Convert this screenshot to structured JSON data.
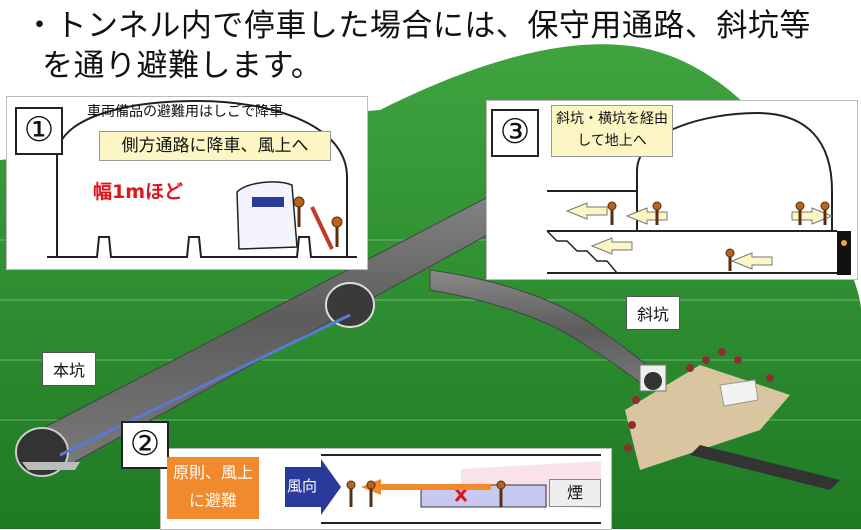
{
  "title_line1": "・トンネル内で停車した場合には、保守用通路、斜坑等",
  "title_line2": "を通り避難します。",
  "panel1": {
    "number": "①",
    "caption": "車両備品の避難用はしごで降車",
    "note": "側方通路に降車、風上へ",
    "width_note": "幅1mほど"
  },
  "panel3": {
    "number": "③",
    "note": "斜坑・横坑を経由して地上へ"
  },
  "panel2": {
    "number": "②",
    "action": "原則、風上に避難",
    "wind": "風向",
    "smoke": "煙"
  },
  "labels": {
    "main_tunnel": "本坑",
    "inclined_shaft": "斜坑"
  },
  "colors": {
    "ground": "#2e8b2e",
    "tunnel": "#6a6a6a",
    "orange": "#f08a2c",
    "note_bg": "#fbf6c4",
    "red_text": "#e0141b"
  }
}
